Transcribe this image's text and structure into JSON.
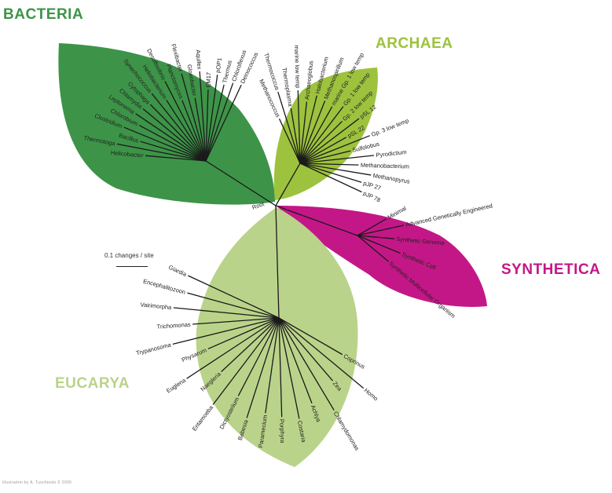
{
  "domains": {
    "bacteria": "BACTERIA",
    "archaea": "ARCHAEA",
    "synthetica": "SYNTHETICA",
    "eucarya": "EUCARYA"
  },
  "colors": {
    "bacteria": "#3d9448",
    "archaea": "#9dc23e",
    "synthetica": "#c41787",
    "eucarya": "#bad38a",
    "branches": "#1a1a1a"
  },
  "root_label": "Root",
  "scale": {
    "label": "0.1 changes / site"
  },
  "credit": "illustration by A. Tuschinski © 2009",
  "taxa": {
    "bacteria": [
      "Helicobacter",
      "Thermotoga",
      "Bacillus",
      "Clostridium",
      "Chlorobium",
      "Leptonema",
      "Chlamydia",
      "Cytophaga",
      "Synechococcus",
      "Heliobacterium",
      "Desulfovibrio",
      "Planctomyces",
      "Flexibacter",
      "Gloeobacter",
      "Aquifex",
      "EM17",
      "pOP1",
      "Thermus",
      "Chloroflexus",
      "Deinococcus"
    ],
    "archaea": [
      "Methanococcus",
      "Thermococcus",
      "Thermoplasma",
      "marine low temp",
      "Archaeoglobus",
      "Halobacterium",
      "Methanospirillum",
      "marine Gp. 1 low temp",
      "Gp. 1 low temp",
      "Gp. 2 low temp",
      "pSL 12",
      "pSL 22",
      "Gp. 3 low temp",
      "Sulfolobus",
      "Pyrodictium",
      "Methanobacterium",
      "Methanopyrus",
      "pJP 27",
      "pJP 78"
    ],
    "synthetica": [
      "Minimal",
      "Advanced Genetically Engineered",
      "Synthetic Genome",
      "Synthetic Cell",
      "Synthetic Multicellular Organism"
    ],
    "eucarya": [
      "Coprinus",
      "Homo",
      "Zea",
      "Chlamydomonas",
      "Achlya",
      "Costaria",
      "Porphyra",
      "Paramecium",
      "Babesia",
      "Dictyostelium",
      "Entamoeba",
      "Naegleria",
      "Euglena",
      "Physarum",
      "Trypanosoma",
      "Trichomonas",
      "Vairimorpha",
      "Encephalitozoon",
      "Giardia"
    ]
  }
}
